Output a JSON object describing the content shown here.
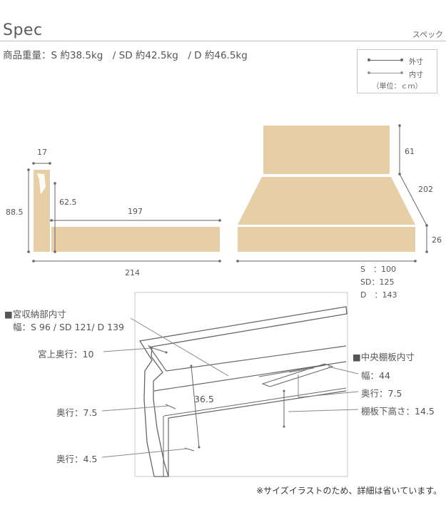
{
  "header": {
    "title": "Spec",
    "subtitle": "スペック"
  },
  "weight": "商品重量：S 約38.5kg　/ SD 約42.5kg　/ D 約46.5kg",
  "legend": {
    "outer": "外寸",
    "inner": "内寸",
    "unit": "（単位：ｃｍ）"
  },
  "side_view": {
    "headboard_width": "17",
    "total_height": "88.5",
    "frame_height": "62.5",
    "inner_length": "197",
    "total_length": "214"
  },
  "top_view": {
    "headboard_height": "61",
    "length": "202",
    "frame_height": "26",
    "widths": [
      "S　：100",
      "SD：125",
      "D　：143"
    ]
  },
  "headboard_detail": {
    "storage_title": "■宮収納部内寸",
    "storage_width": "幅：S 96 / SD 121/ D 139",
    "top_depth": "宮上奥行：10",
    "depth_mid": "奥行：7.5",
    "depth_low": "奥行：4.5",
    "inner_height": "36.5",
    "shelf_title": "■中央棚板内寸",
    "shelf_width": "幅：44",
    "shelf_depth": "奥行：7.5",
    "shelf_height": "棚板下高さ：14.5"
  },
  "note": "※サイズイラストのため、詳細は省いています。",
  "colors": {
    "wood": "#e6cfa7",
    "line": "#666666",
    "rule": "#bdbdbd"
  }
}
